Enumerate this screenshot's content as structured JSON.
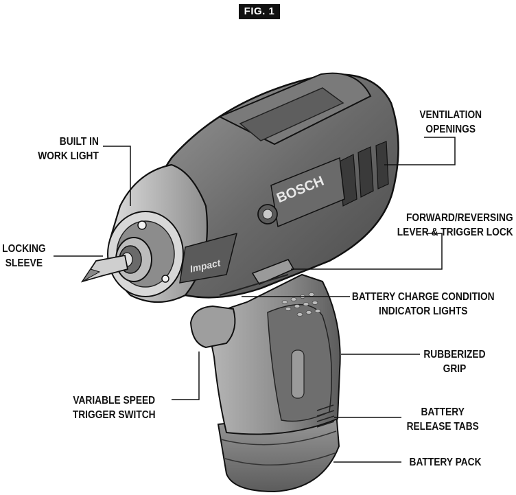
{
  "figure": {
    "label": "FIG. 1"
  },
  "tool": {
    "brand": "BOSCH",
    "model_badge": "Impact"
  },
  "callouts": {
    "work_light": {
      "line1": "BUILT IN",
      "line2": "WORK LIGHT"
    },
    "locking_sleeve": {
      "line1": "LOCKING",
      "line2": "SLEEVE"
    },
    "ventilation": {
      "line1": "VENTILATION",
      "line2": "OPENINGS"
    },
    "forward_reversing": {
      "line1": "FORWARD/REVERSING",
      "line2": "LEVER & TRIGGER LOCK"
    },
    "battery_indicator": {
      "line1": "BATTERY CHARGE CONDITION",
      "line2": "INDICATOR LIGHTS"
    },
    "grip": {
      "line1": "RUBBERIZED",
      "line2": "GRIP"
    },
    "trigger": {
      "line1": "VARIABLE SPEED",
      "line2": "TRIGGER SWITCH"
    },
    "release_tabs": {
      "line1": "BATTERY",
      "line2": "RELEASE TABS"
    },
    "battery_pack": {
      "line1": "BATTERY PACK"
    }
  },
  "colors": {
    "outline": "#111111",
    "body_dark": "#5a5a5a",
    "body_mid": "#8a8a8a",
    "body_light": "#c4c4c4",
    "highlight": "#e6e6e6"
  }
}
